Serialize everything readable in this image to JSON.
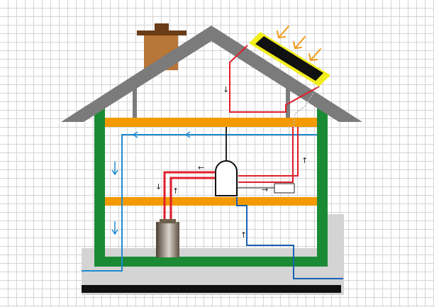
{
  "diagram": {
    "colors": {
      "grid": "#d4d4d4",
      "ground": "#d4d4d4",
      "foundation": "#101010",
      "wall": "#1b8a34",
      "floor": "#f39a00",
      "roof": "#7b7b7b",
      "chimney": "#b87638",
      "chimney_cap": "#6a3c18",
      "collector_frame": "#f2ee1a",
      "collector_panel": "#111111",
      "sun_rays": "#f29a1a",
      "hot_pipe": "#e01e2a",
      "cold_pipe": "#1e8bd0",
      "supply_pipe": "#1861b5",
      "tank": "#ffffff",
      "boiler": "#8a7a62"
    },
    "icons": {
      "sun_rays": "arrow-down-left",
      "flow_arrows": "arrow",
      "hot_tank": "storage-tank",
      "boiler": "gas-boiler",
      "collector": "solar-collector",
      "chimney": "chimney",
      "heat_exchanger": "heat-exchanger"
    },
    "flow_arrow_glyphs": {
      "down": "↓",
      "up": "↑",
      "left": "←",
      "right": "→"
    }
  }
}
